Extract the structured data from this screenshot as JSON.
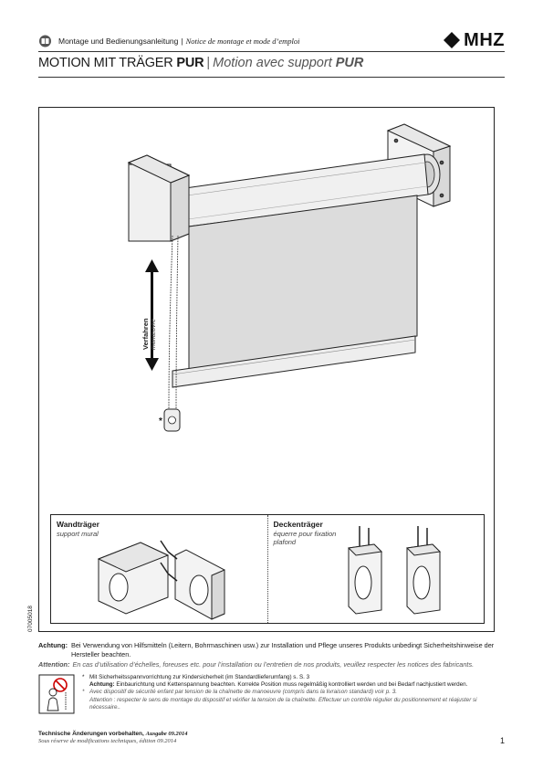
{
  "header": {
    "doc_type_de": "Montage und Bedienungsanleitung",
    "separator": "|",
    "doc_type_fr": "Notice de montage et mode d’emploi",
    "logo_text": "MHZ"
  },
  "title": {
    "de_prefix": "MOTION MIT TRÄGER",
    "de_bold": "PUR",
    "separator": "|",
    "fr_prefix": "Motion avec support",
    "fr_bold": "PUR"
  },
  "figure": {
    "label_de": "Verfahren",
    "label_fr": "manœuvre",
    "star": "*",
    "panels": [
      {
        "title": "Wandträger",
        "subtitle": "support mural"
      },
      {
        "title": "Deckenträger",
        "subtitle": "équerre pour fixation plafond"
      }
    ],
    "doc_code": "07005018"
  },
  "warning": {
    "label_de": "Achtung:",
    "text_de": "Bei Verwendung von Hilfsmitteln (Leitern, Bohrmaschinen usw.) zur Installation und Pflege unseres Produkts unbedingt Sicherheitshinweise der Hersteller beachten.",
    "label_fr": "Attention:",
    "text_fr": "En cas d’utilisation d’échelles, foreuses etc. pour l’installation ou l’entretien de nos produits, veuillez respecter les notices des fabricants."
  },
  "safety": {
    "items": [
      {
        "bullet": "*",
        "line1": "Mit Sicherheitsspannvorrichtung zur Kindersicherheit (im Standardlieferumfang) s. S. 3",
        "bold_label": "Achtung:",
        "line2": "Einbaurichtung und Kettenspannung beachten. Korrekte Position muss regelmäßig kontrolliert werden und bei Bedarf nachjustiert werden."
      },
      {
        "bullet": "*",
        "line1": "Avec dispositif de sécurité enfant par tension de la chaînette de manoeuvre (compris dans la livraison standard) voir p. 3.",
        "line2": "Attention : respecter le sens de montage du dispositif et vérifier la tension de la chaînette. Effectuer un contrôle régulier du positionnement et réajuster si nécessaire.."
      }
    ]
  },
  "footer": {
    "line1_de": "Technische Änderungen vorbehalten,",
    "line1_edition": "Ausgabe 09.2014",
    "line2_fr": "Sous réserve de modifications techniques, édition 09.2014"
  },
  "page_number": "1"
}
